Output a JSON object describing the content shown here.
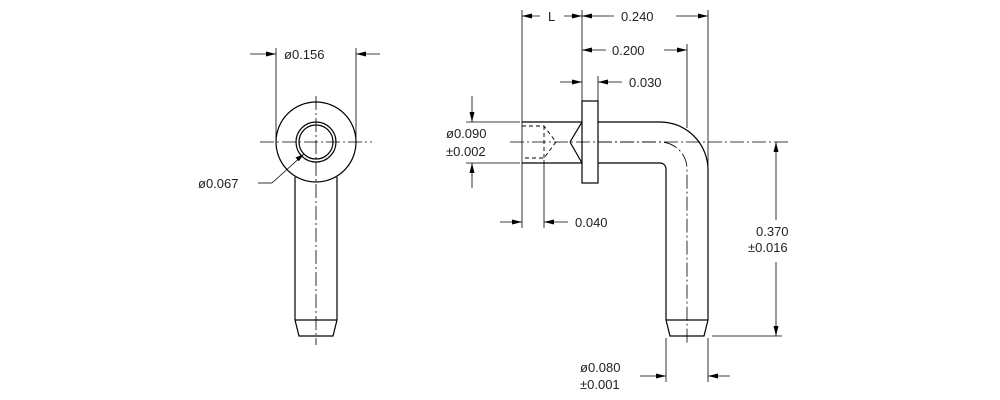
{
  "dimensions": {
    "end_view_od": "ø0.156",
    "end_view_id": "ø0.067",
    "L": "L",
    "overall_length": "0.240",
    "flange_to_bend": "0.200",
    "flange_thickness": "0.030",
    "mount_dia_1": "ø0.090",
    "mount_dia_2": "±0.002",
    "mount_length": "0.040",
    "height_1": "0.370",
    "height_2": "±0.016",
    "tip_dia_1": "ø0.080",
    "tip_dia_2": "±0.001"
  }
}
